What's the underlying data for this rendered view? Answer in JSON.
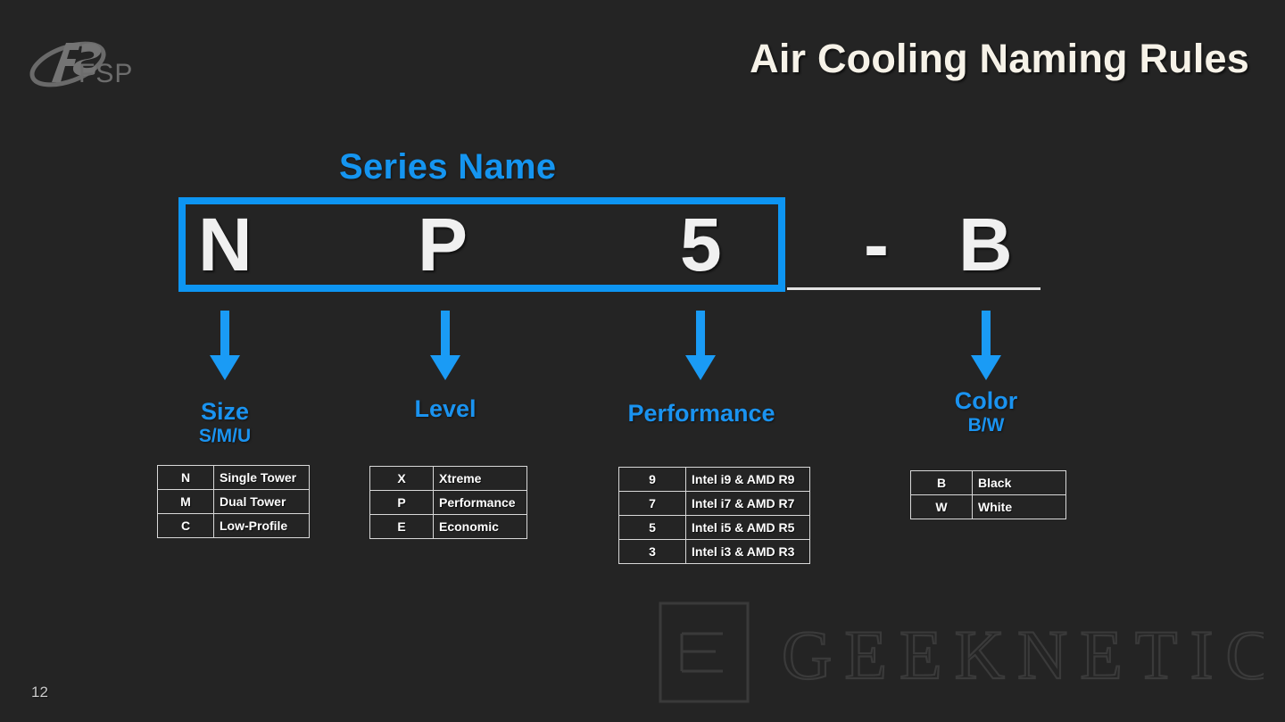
{
  "brand": {
    "logo_icon": "fsp-swoosh-logo-icon",
    "wordmark": "FSP"
  },
  "header": {
    "title": "Air Cooling Naming Rules"
  },
  "diagram": {
    "series_label": "Series Name",
    "code_parts": {
      "size": "N",
      "level": "P",
      "performance": "5",
      "separator": "-",
      "color": "B"
    },
    "sections": [
      {
        "title": "Size",
        "sub": "S/M/U",
        "arrow_icon": "arrow-down-icon"
      },
      {
        "title": "Level",
        "sub": "",
        "arrow_icon": "arrow-down-icon"
      },
      {
        "title": "Performance",
        "sub": "",
        "arrow_icon": "arrow-down-icon"
      },
      {
        "title": "Color",
        "sub": "B/W",
        "arrow_icon": "arrow-down-icon"
      }
    ],
    "tables": {
      "size": [
        {
          "code": "N",
          "desc": "Single Tower"
        },
        {
          "code": "M",
          "desc": "Dual Tower"
        },
        {
          "code": "C",
          "desc": "Low-Profile"
        }
      ],
      "level": [
        {
          "code": "X",
          "desc": "Xtreme"
        },
        {
          "code": "P",
          "desc": "Performance"
        },
        {
          "code": "E",
          "desc": "Economic"
        }
      ],
      "performance": [
        {
          "code": "9",
          "desc": "Intel i9 & AMD R9"
        },
        {
          "code": "7",
          "desc": "Intel i7 & AMD R7"
        },
        {
          "code": "5",
          "desc": "Intel i5 & AMD R5"
        },
        {
          "code": "3",
          "desc": "Intel i3 & AMD R3"
        }
      ],
      "color": [
        {
          "code": "B",
          "desc": "Black"
        },
        {
          "code": "W",
          "desc": "White"
        }
      ]
    }
  },
  "footer": {
    "page_number": "12"
  },
  "watermark": {
    "text": "GEEKNETIC",
    "mark": "E"
  },
  "colors": {
    "background": "#242424",
    "accent_blue": "#0d95f2",
    "title_text": "#f6f2e8",
    "table_border": "#d8d8d8",
    "logo_gray": "#6d6d6d"
  }
}
